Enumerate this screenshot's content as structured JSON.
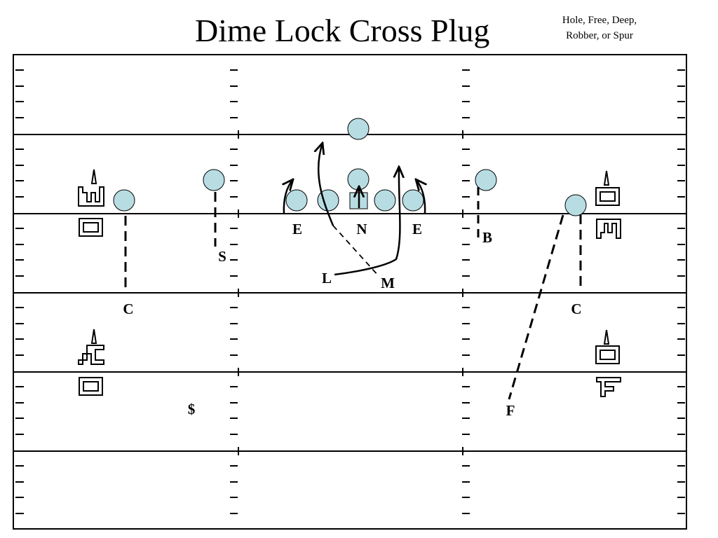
{
  "title": "Dime Lock Cross Plug",
  "subtitle_lines": [
    "Hole, Free, Deep,",
    "Robber, or Spur"
  ],
  "colors": {
    "player_fill": "#B7DDE3",
    "line": "#000000",
    "background": "#ffffff"
  },
  "defenders": {
    "end_left": "E",
    "nose": "N",
    "end_right": "E",
    "buck": "B",
    "sam": "S",
    "lock": "L",
    "mike": "M",
    "corner_left": "C",
    "corner_right": "C",
    "dollar": "$",
    "free": "F"
  }
}
